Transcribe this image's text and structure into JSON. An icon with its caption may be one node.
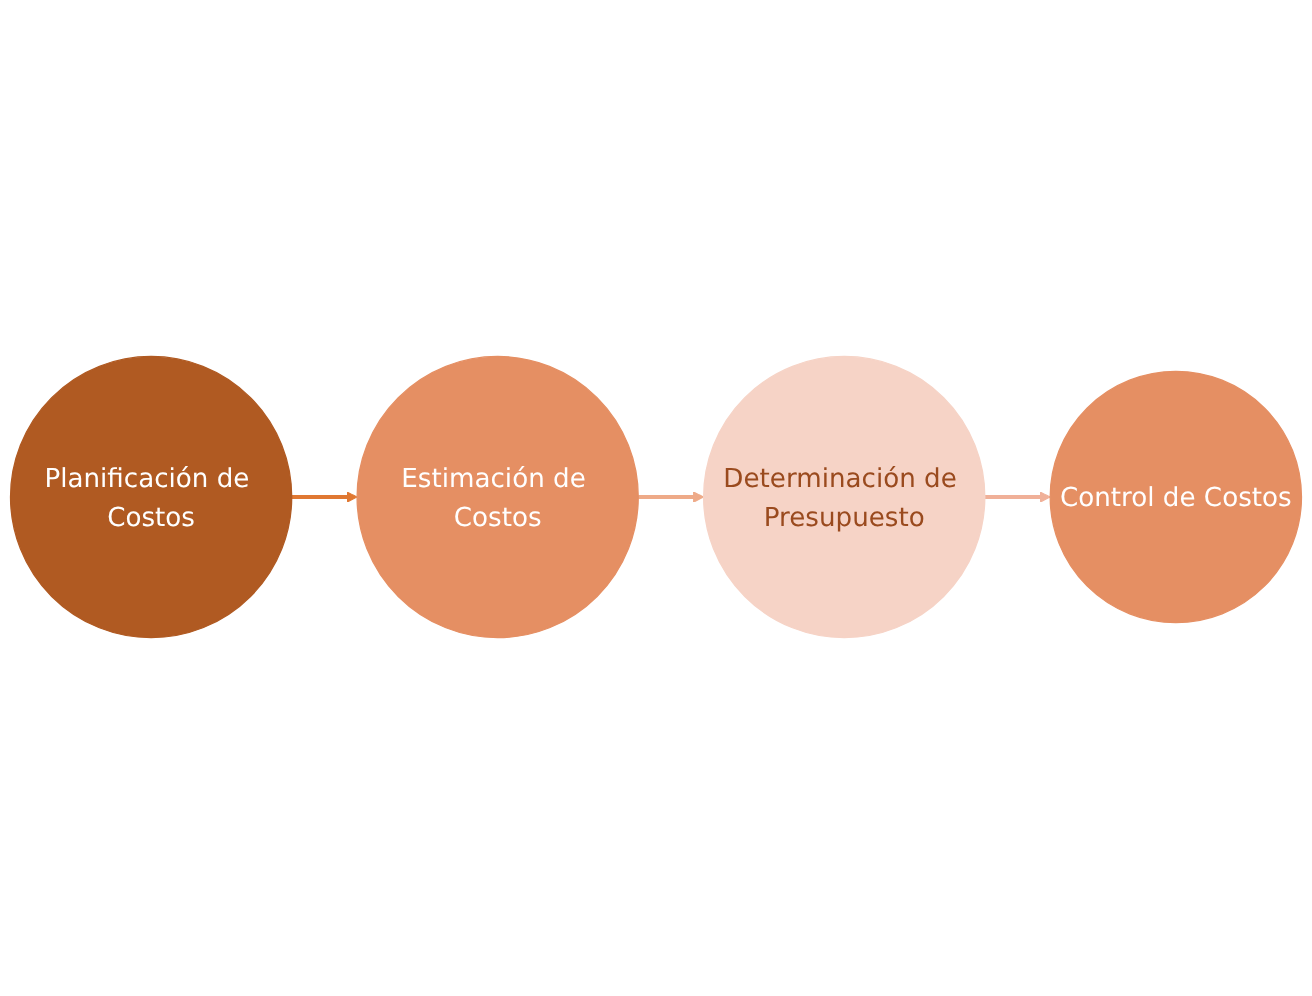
{
  "diagram": {
    "nodes": [
      {
        "text": [
          "Planificación de Costos"
        ]
      },
      {
        "text": [
          "Estimación de Costos"
        ]
      },
      {
        "text": [
          "Determinación de Presupuesto"
        ]
      },
      {
        "text": [
          "Control de Costos"
        ]
      }
    ],
    "edges": [
      {
        "from": 0,
        "to": 1,
        "arrow": "to",
        "color": "#e07832"
      },
      {
        "from": 1,
        "to": 2,
        "arrow": "to",
        "color": "#eeaa88"
      },
      {
        "from": 2,
        "to": 3,
        "arrow": "to",
        "color": "#f0b098"
      }
    ]
  }
}
